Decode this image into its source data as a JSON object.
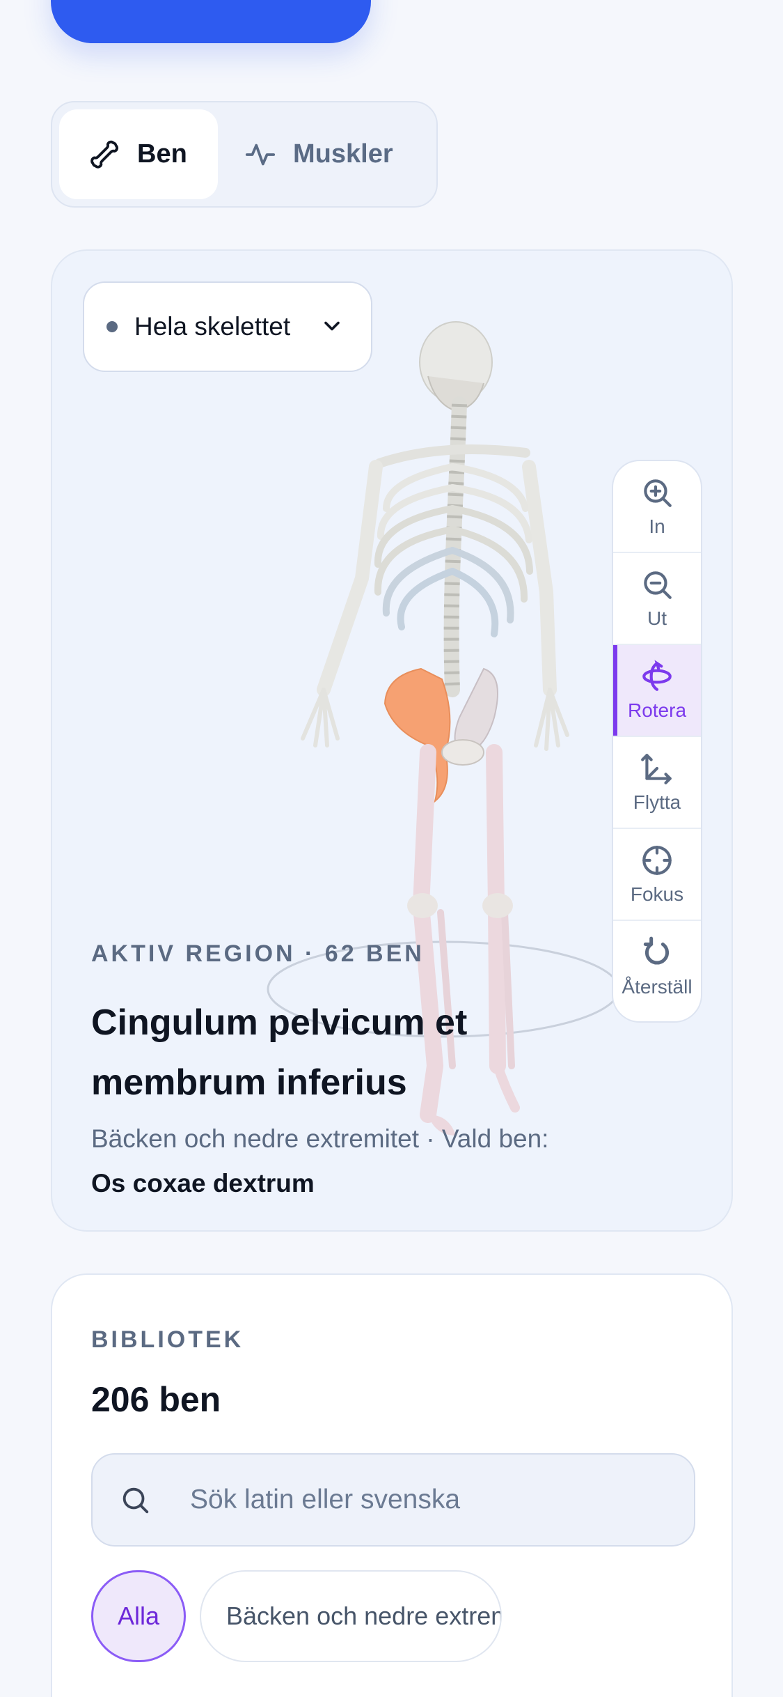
{
  "segmented": {
    "tabs": [
      {
        "label": "Ben",
        "icon": "bone-icon",
        "active": true
      },
      {
        "label": "Muskler",
        "icon": "pulse-icon",
        "active": false
      }
    ]
  },
  "viewer": {
    "region_select": {
      "label": "Hela skelettet"
    },
    "tools": [
      {
        "label": "In",
        "icon": "zoom-in-icon",
        "active": false
      },
      {
        "label": "Ut",
        "icon": "zoom-out-icon",
        "active": false
      },
      {
        "label": "Rotera",
        "icon": "rotate-icon",
        "active": true
      },
      {
        "label": "Flytta",
        "icon": "move-icon",
        "active": false
      },
      {
        "label": "Fokus",
        "icon": "focus-icon",
        "active": false
      },
      {
        "label": "Återställ",
        "icon": "reset-icon",
        "active": false
      }
    ],
    "region": {
      "eyebrow": "AKTIV REGION · 62 BEN",
      "title": "Cingulum pelvicum et membrum inferius",
      "subtitle_prefix": "Bäcken och nedre extremitet · Vald ben: ",
      "selected_bone": "Os coxae dextrum"
    },
    "highlight_color": "#f6a172",
    "accent_color": "#7c3aed"
  },
  "library": {
    "eyebrow": "BIBLIOTEK",
    "count": "206 ben",
    "search_placeholder": "Sök latin eller svenska",
    "chips": [
      {
        "label": "Alla",
        "active": true
      },
      {
        "label": "Bäcken och nedre extremitet",
        "active": false
      }
    ]
  },
  "colors": {
    "primary": "#2e5bf0",
    "background": "#f5f7fc"
  }
}
